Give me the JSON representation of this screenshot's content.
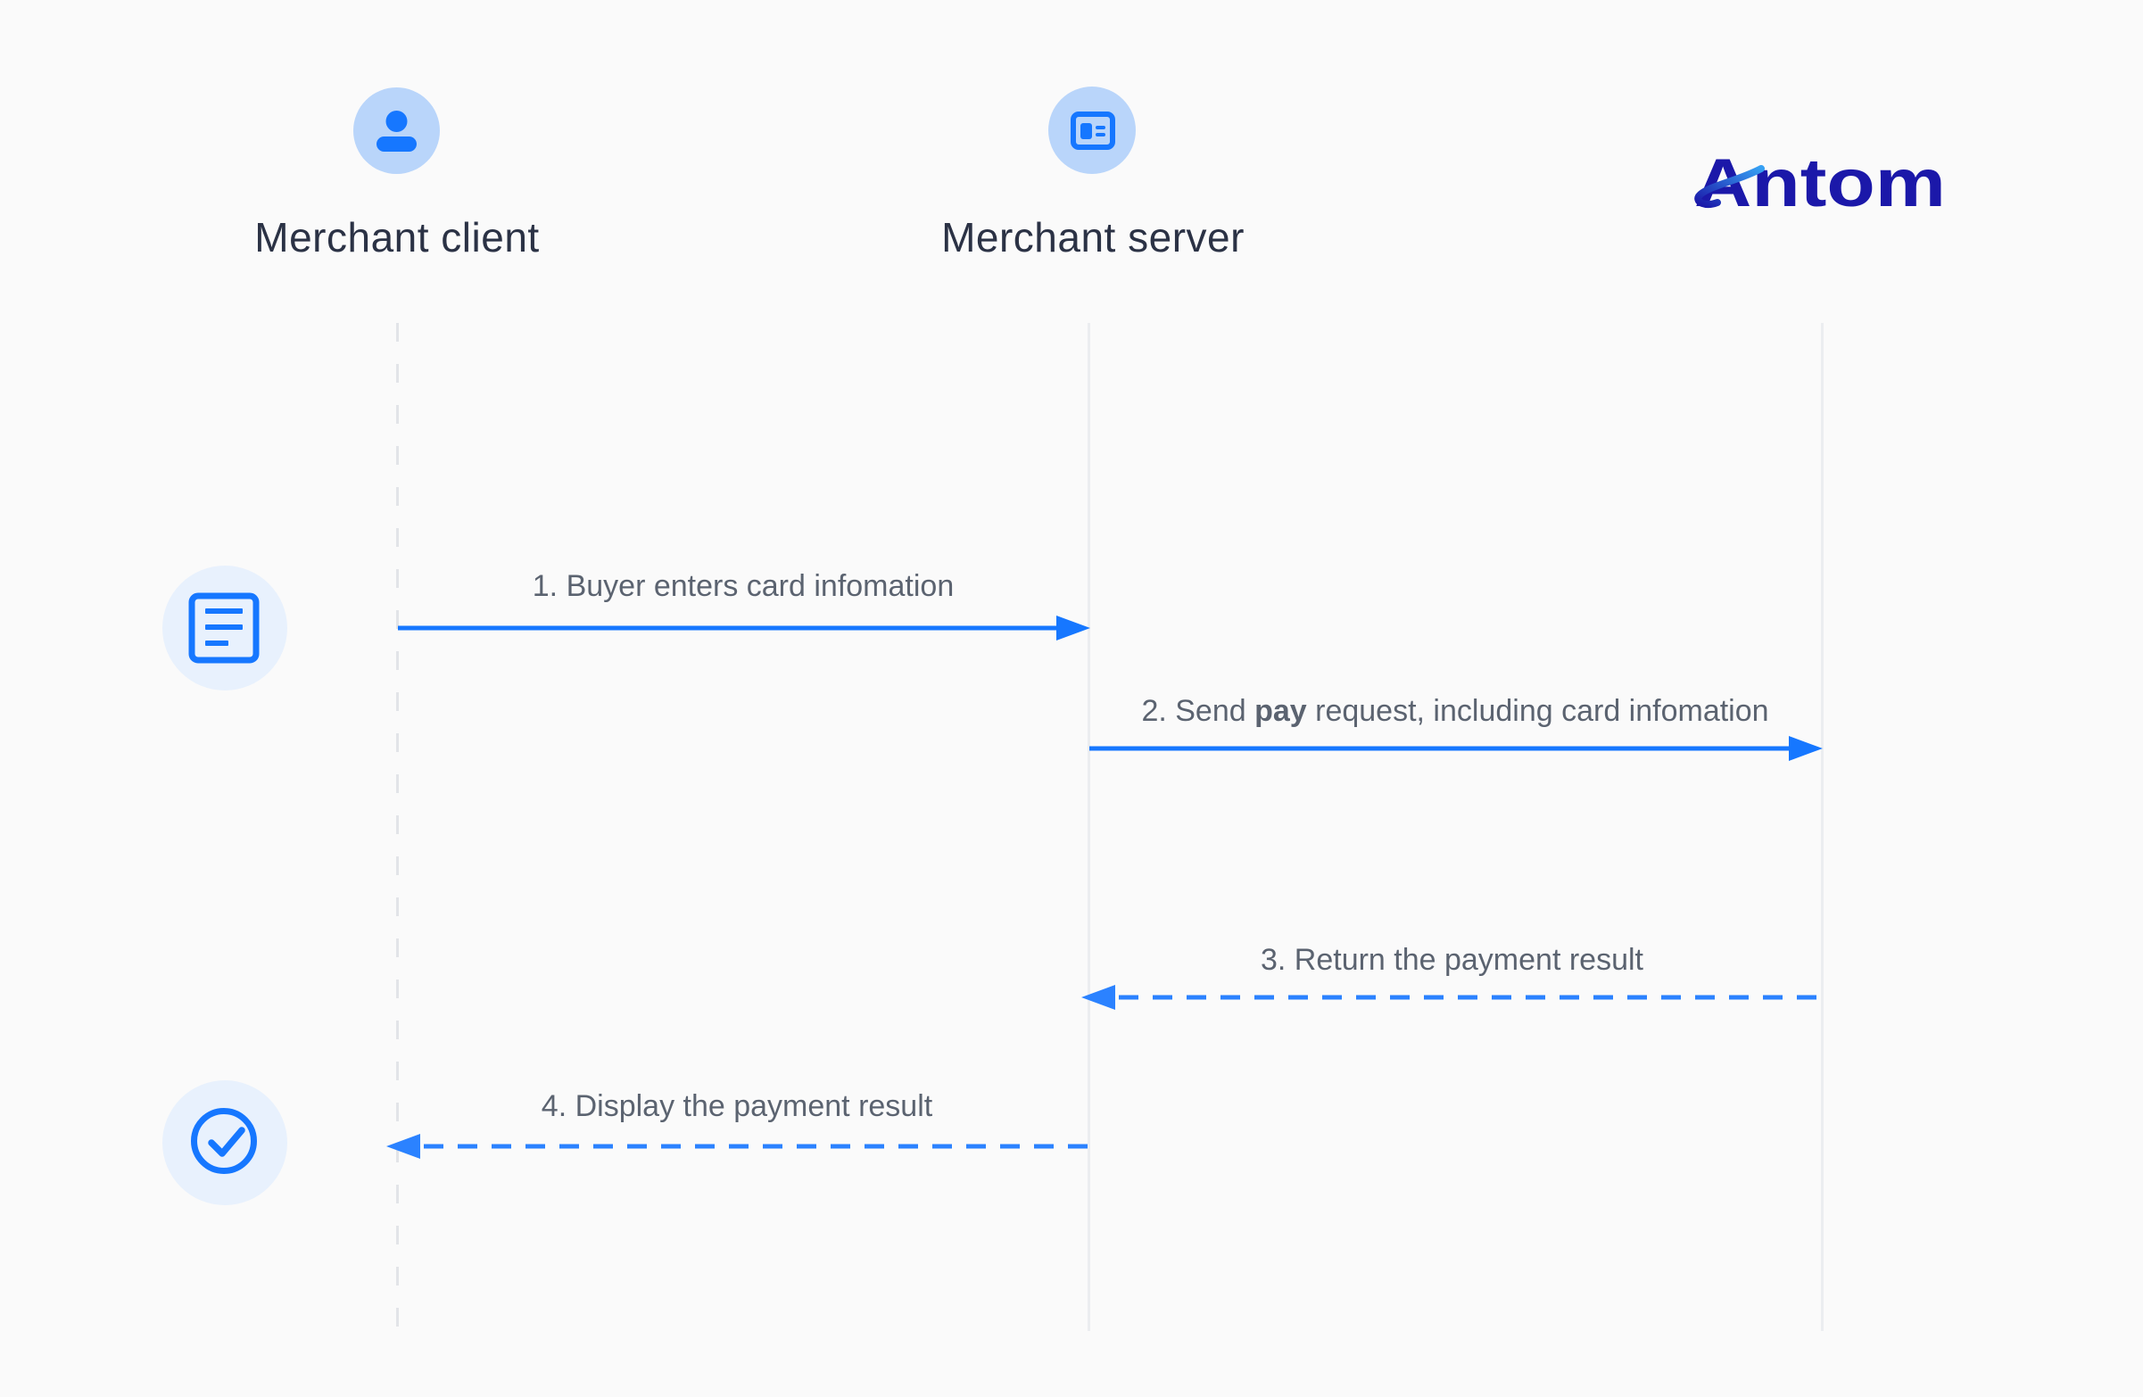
{
  "colors": {
    "background": "#fafafa",
    "accent": "#1677ff",
    "actor_circle": "#b9d5fa",
    "side_circle": "#e8f1fd",
    "label_text": "#2b3245",
    "message_text": "#5b6370",
    "lifeline_dash": "#e2e4e8",
    "lifeline_solid": "#ebedf0",
    "arrow_blue": "#1677ff",
    "arrow_dashed_blue": "#2b82ff",
    "logo_navy": "#1b18a9",
    "logo_swoosh": "#36a0f3"
  },
  "actors": [
    {
      "label": "Merchant client",
      "icon": "user-icon"
    },
    {
      "label": "Merchant server",
      "icon": "id-card-icon"
    },
    {
      "label": "Antom",
      "icon": "antom-logo"
    }
  ],
  "messages": [
    {
      "text": "1. Buyer enters card infomation",
      "style": "solid",
      "direction": "right",
      "from": "Merchant client",
      "to": "Merchant server"
    },
    {
      "prefix": "2. Send ",
      "bold": "pay",
      "suffix": " request, including card infomation",
      "style": "solid",
      "direction": "right",
      "from": "Merchant server",
      "to": "Antom"
    },
    {
      "text": "3. Return the payment result",
      "style": "dashed",
      "direction": "left",
      "from": "Antom",
      "to": "Merchant server"
    },
    {
      "text": "4. Display the payment result",
      "style": "dashed",
      "direction": "left",
      "from": "Merchant server",
      "to": "Merchant client"
    }
  ],
  "side_icons": [
    {
      "icon": "document-lines-icon"
    },
    {
      "icon": "check-circle-icon"
    }
  ]
}
